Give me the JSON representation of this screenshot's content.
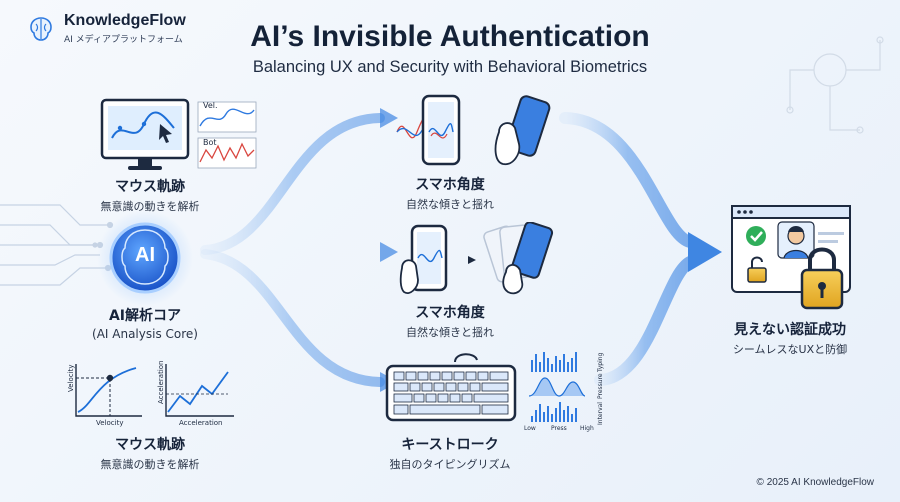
{
  "brand": {
    "name": "KnowledgeFlow",
    "subtitle": "AI メディアプラットフォーム"
  },
  "title": "AI’s Invisible Authentication",
  "subtitle": "Balancing UX and Security with Behavioral Biometrics",
  "nodes": {
    "mouse_top": {
      "title": "マウス軌跡",
      "desc": "無意識の動きを解析",
      "chart_label_1": "Vel.",
      "chart_label_2": "Bot"
    },
    "ai_core": {
      "icon_text": "AI",
      "title": "AI解析コア",
      "desc": "(AI Analysis Core)"
    },
    "mouse_bottom": {
      "title": "マウス軌跡",
      "desc": "無意識の動きを解析",
      "axis_y1": "Velocity",
      "axis_x1": "Velocity",
      "axis_y2": "Acceleration",
      "axis_x2": "Acceleration"
    },
    "phone_top": {
      "title": "スマホ角度",
      "desc": "自然な傾きと揺れ"
    },
    "phone_mid": {
      "title": "スマホ角度",
      "desc": "自然な傾きと揺れ"
    },
    "keystroke": {
      "title": "キーストローク",
      "desc": "独自のタイピングリズム",
      "axis_top": "Typing",
      "axis_mid": "Pressure",
      "axis_bot": "Interval",
      "x_low": "Low",
      "x_mid": "Press",
      "x_high": "High"
    },
    "result": {
      "title": "見えない認証成功",
      "desc": "シームレスなUXと防御"
    }
  },
  "footer": "© 2025 AI KnowledgeFlow"
}
